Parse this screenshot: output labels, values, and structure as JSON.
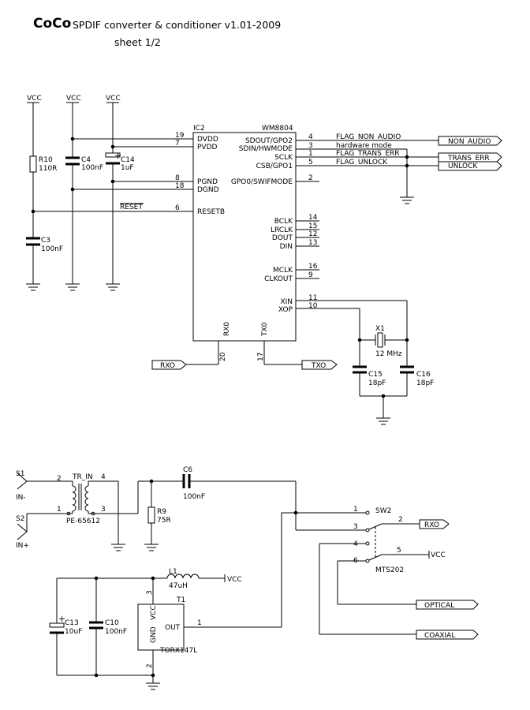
{
  "header": {
    "brand": "CoCo",
    "subtitle": "SPDIF converter & conditioner  v1.01-2009",
    "sheet": "sheet 1/2"
  },
  "ic2": {
    "ref": "IC2",
    "part": "WM8804",
    "pins": {
      "dvdd": {
        "name": "DVDD",
        "num": "19"
      },
      "pvdd": {
        "name": "PVDD",
        "num": "7"
      },
      "pgnd": {
        "name": "PGND",
        "num": "8"
      },
      "dgnd": {
        "name": "DGND",
        "num": "18"
      },
      "resetb": {
        "name": "RESETB",
        "num": "6"
      },
      "sdout": {
        "name": "SDOUT/GPO2",
        "num": "4"
      },
      "sdin": {
        "name": "SDIN/HWMODE",
        "num": "3"
      },
      "sclk": {
        "name": "SCLK",
        "num": "1"
      },
      "csb": {
        "name": "CSB/GPO1",
        "num": "5"
      },
      "gpo0": {
        "name": "GPO0/SWIFMODE",
        "num": "2"
      },
      "bclk": {
        "name": "BCLK",
        "num": "14"
      },
      "lrclk": {
        "name": "LRCLK",
        "num": "15"
      },
      "dout": {
        "name": "DOUT",
        "num": "12"
      },
      "din": {
        "name": "DIN",
        "num": "13"
      },
      "mclk": {
        "name": "MCLK",
        "num": "16"
      },
      "clkout": {
        "name": "CLKOUT",
        "num": "9"
      },
      "xin": {
        "name": "XIN",
        "num": "11"
      },
      "xop": {
        "name": "XOP",
        "num": "10"
      },
      "rx0": {
        "name": "RX0",
        "num": "20"
      },
      "tx0": {
        "name": "TX0",
        "num": "17"
      }
    }
  },
  "nets": {
    "flag_non_audio": "FLAG_NON_AUDIO",
    "hardware_mode": "hardware mode",
    "flag_trans_err": "FLAG_TRANS_ERR",
    "flag_unlock": "FLAG_UNLOCK",
    "reset": "RESET"
  },
  "ports": {
    "non_audio": "NON_AUDIO",
    "trans_err": "TRANS_ERR",
    "unlock": "UNLOCK",
    "rxo_top": "RXO",
    "txo": "TXO",
    "rxo_bottom": "RXO",
    "optical": "OPTICAL",
    "coaxial": "COAXIAL"
  },
  "power": {
    "vcc": "VCC"
  },
  "parts": {
    "r10": {
      "ref": "R10",
      "value": "110R"
    },
    "c3": {
      "ref": "C3",
      "value": "100nF"
    },
    "c4": {
      "ref": "C4",
      "value": "100nF"
    },
    "c14": {
      "ref": "C14",
      "value": "1uF"
    },
    "x1": {
      "ref": "X1",
      "value": "12 MHz"
    },
    "c15": {
      "ref": "C15",
      "value": "18pF"
    },
    "c16": {
      "ref": "C16",
      "value": "18pF"
    },
    "s1": {
      "ref": "S1",
      "pin": "IN-"
    },
    "s2": {
      "ref": "S2",
      "pin": "IN+"
    },
    "tr_in": {
      "ref": "TR_IN",
      "value": "PE-65612",
      "pin_tl": "2",
      "pin_tr": "4",
      "pin_bl": "1",
      "pin_br": "3"
    },
    "c6": {
      "ref": "C6",
      "value": "100nF"
    },
    "r9": {
      "ref": "R9",
      "value": "75R"
    },
    "sw2": {
      "ref": "SW2",
      "value": "MTS202",
      "pins": [
        "1",
        "2",
        "3",
        "4",
        "5",
        "6"
      ]
    },
    "l1": {
      "ref": "L1",
      "value": "47uH"
    },
    "t1": {
      "ref": "T1",
      "value": "TORX147L",
      "vcc": "VCC",
      "gnd": "GND",
      "out": "OUT",
      "pin_vcc": "3",
      "pin_out": "1",
      "pin_gnd": "2"
    },
    "c13": {
      "ref": "C13",
      "value": "10uF"
    },
    "c10": {
      "ref": "C10",
      "value": "100nF"
    }
  }
}
